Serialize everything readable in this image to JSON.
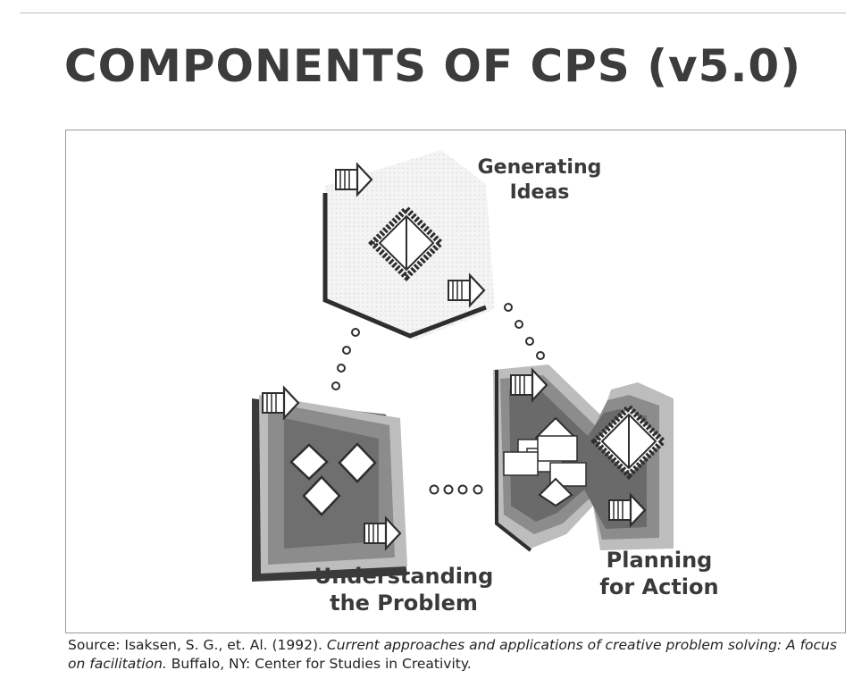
{
  "title": "COMPONENTS OF CPS (v5.0)",
  "components": {
    "generating": {
      "line1": "Generating",
      "line2": "Ideas"
    },
    "understanding": {
      "line1": "Understanding",
      "line2": "the Problem"
    },
    "planning": {
      "line1": "Planning",
      "line2": "for Action"
    }
  },
  "source": {
    "prefix": "Source: Isaksen, S. G., et. Al.  (1992).",
    "book_title": "Current approaches and applications of creative problem solving:  A focus on facilitation.",
    "suffix": "Buffalo, NY: Center for Studies in Creativity."
  },
  "colors": {
    "dark": "#3a3a3a",
    "mid_gray": "#8c8c8c",
    "light_gray": "#bdbdbd",
    "background": "#ffffff"
  }
}
